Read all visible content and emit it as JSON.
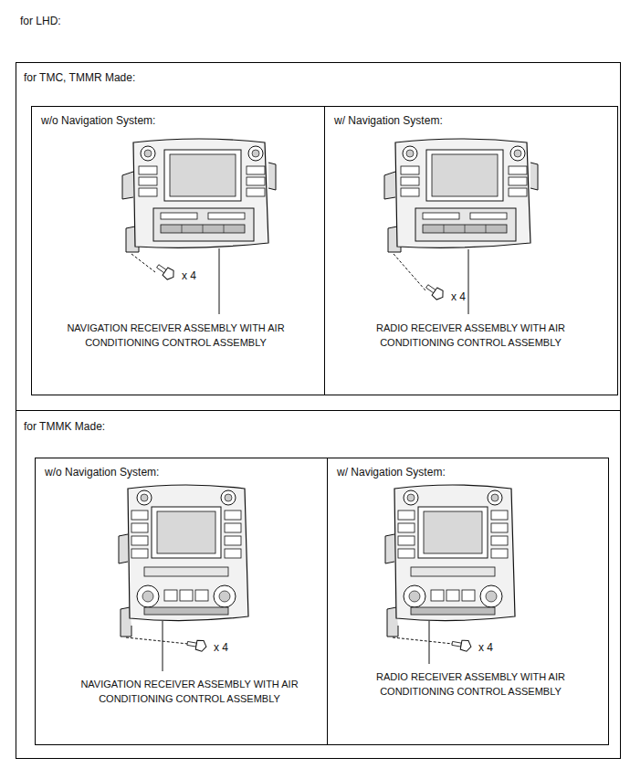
{
  "diagram": {
    "title": "for LHD:",
    "nodes": [
      {
        "text": [
          "for TMC, TMMR Made:"
        ]
      },
      {
        "text": [
          "w/o Navigation System:",
          "x 4",
          "NAVIGATION RECEIVER ASSEMBLY WITH AIR CONDITIONING CONTROL ASSEMBLY"
        ],
        "in": 0
      },
      {
        "text": [
          "w/ Navigation System:",
          "x 4",
          "RADIO RECEIVER ASSEMBLY WITH AIR CONDITIONING CONTROL ASSEMBLY"
        ],
        "in": 0
      },
      {
        "text": [
          "for TMMK Made:"
        ]
      },
      {
        "text": [
          "w/o Navigation System:",
          "x 4",
          "NAVIGATION RECEIVER ASSEMBLY WITH AIR CONDITIONING CONTROL ASSEMBLY"
        ],
        "in": 3
      },
      {
        "text": [
          "w/ Navigation System:",
          "x 4",
          "RADIO RECEIVER ASSEMBLY WITH AIR CONDITIONING CONTROL ASSEMBLY"
        ],
        "in": 3
      }
    ]
  }
}
